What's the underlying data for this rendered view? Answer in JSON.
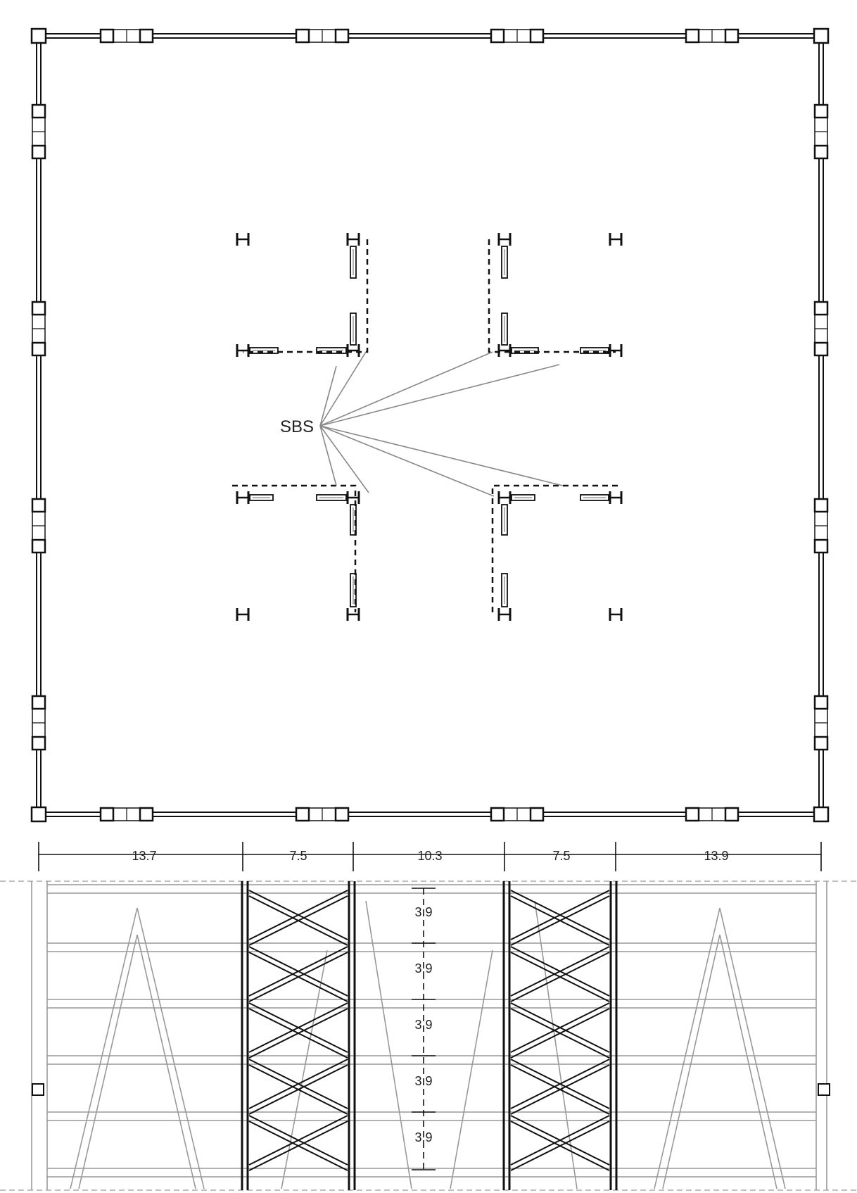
{
  "plan": {
    "label": "SBS"
  },
  "dimensions": {
    "spans": [
      "13.7",
      "7.5",
      "10.3",
      "7.5",
      "13.9"
    ],
    "storey_heights": [
      "3.9",
      "3.9",
      "3.9",
      "3.9",
      "3.9"
    ]
  },
  "colors": {
    "line": "#111111",
    "light_line": "#888888",
    "dashed": "#111111"
  }
}
